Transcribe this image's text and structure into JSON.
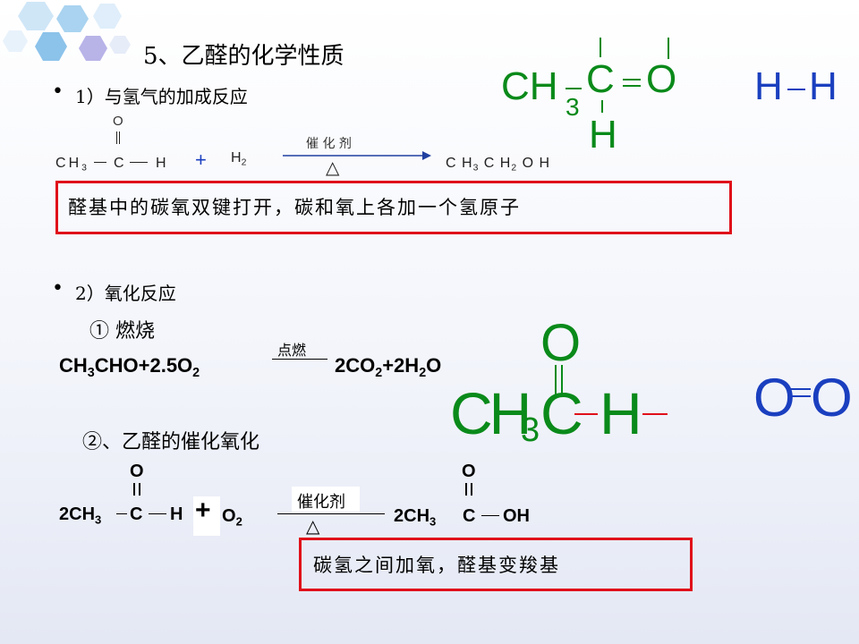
{
  "title": "5、乙醛的化学性质",
  "section1": {
    "bullet": "•",
    "heading": "1）与氢气的加成反应",
    "eq": {
      "o_top": "O",
      "left": [
        "C",
        "H",
        "3",
        "C",
        "H"
      ],
      "plus": "+",
      "h2": [
        "H",
        "2"
      ],
      "catalyst": "催 化 剂",
      "heat": "△",
      "product": "C H 3 C H 2 O H"
    },
    "note": "醛基中的碳氧双键打开，碳和氧上各加一个氢原子"
  },
  "section2": {
    "bullet": "•",
    "heading": "2）氧化反应",
    "burn_label": "① 燃烧",
    "burn_cond": "点燃",
    "burn_left": [
      "CH",
      "3",
      "CHO+2.5O",
      "2"
    ],
    "burn_right": [
      "2CO",
      "2",
      "+2H",
      "2",
      "O"
    ],
    "cat_label": "②、乙醛的催化氧化",
    "cat_eq": {
      "o1": "O",
      "left": [
        "2CH",
        "3",
        "C",
        "H"
      ],
      "plus": "+",
      "o2": [
        "O",
        "2"
      ],
      "catalyst": "催化剂",
      "heat": "△",
      "o3": "O",
      "right": [
        "2CH",
        "3",
        "C",
        "OH"
      ]
    },
    "note": "碳氢之间加氧，醛基变羧基"
  },
  "models": {
    "top": {
      "c": "C",
      "h": "H",
      "sub3": "3",
      "c2": "C",
      "o": "O",
      "h2": "H"
    },
    "hh": {
      "h1": "H",
      "h2": "H"
    },
    "mid": {
      "o": "O",
      "c": "C",
      "h": "H",
      "sub3": "3",
      "c2": "C",
      "h2": "H"
    },
    "oo": {
      "o1": "O",
      "o2": "O"
    }
  },
  "colors": {
    "accent_green": "#0a8a1a",
    "box_red": "#e0101a",
    "arrow": "#2040a0"
  }
}
